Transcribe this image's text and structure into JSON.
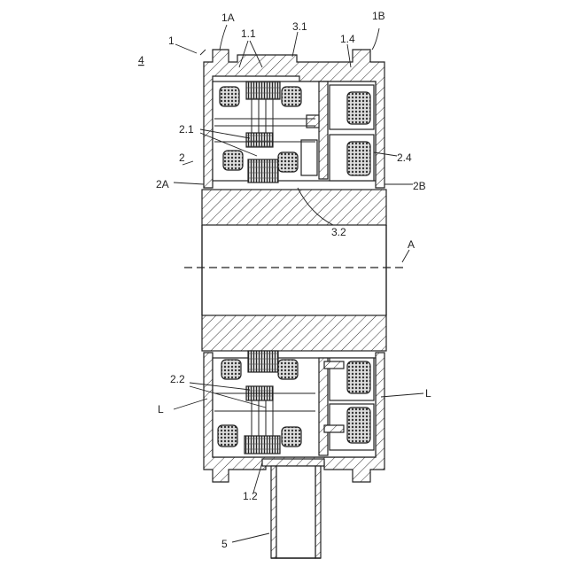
{
  "figure": {
    "number": "4",
    "labels": {
      "l_1": "1",
      "l_1A": "1A",
      "l_1B": "1B",
      "l_1_1": "1.1",
      "l_3_1": "3.1",
      "l_1_4": "1.4",
      "l_2": "2",
      "l_2_1": "2.1",
      "l_2_4": "2.4",
      "l_2A": "2A",
      "l_2B": "2B",
      "l_3_2": "3.2",
      "l_A": "A",
      "l_2_2": "2.2",
      "l_L_left": "L",
      "l_L_right": "L",
      "l_1_2": "1.2",
      "l_5": "5"
    }
  }
}
